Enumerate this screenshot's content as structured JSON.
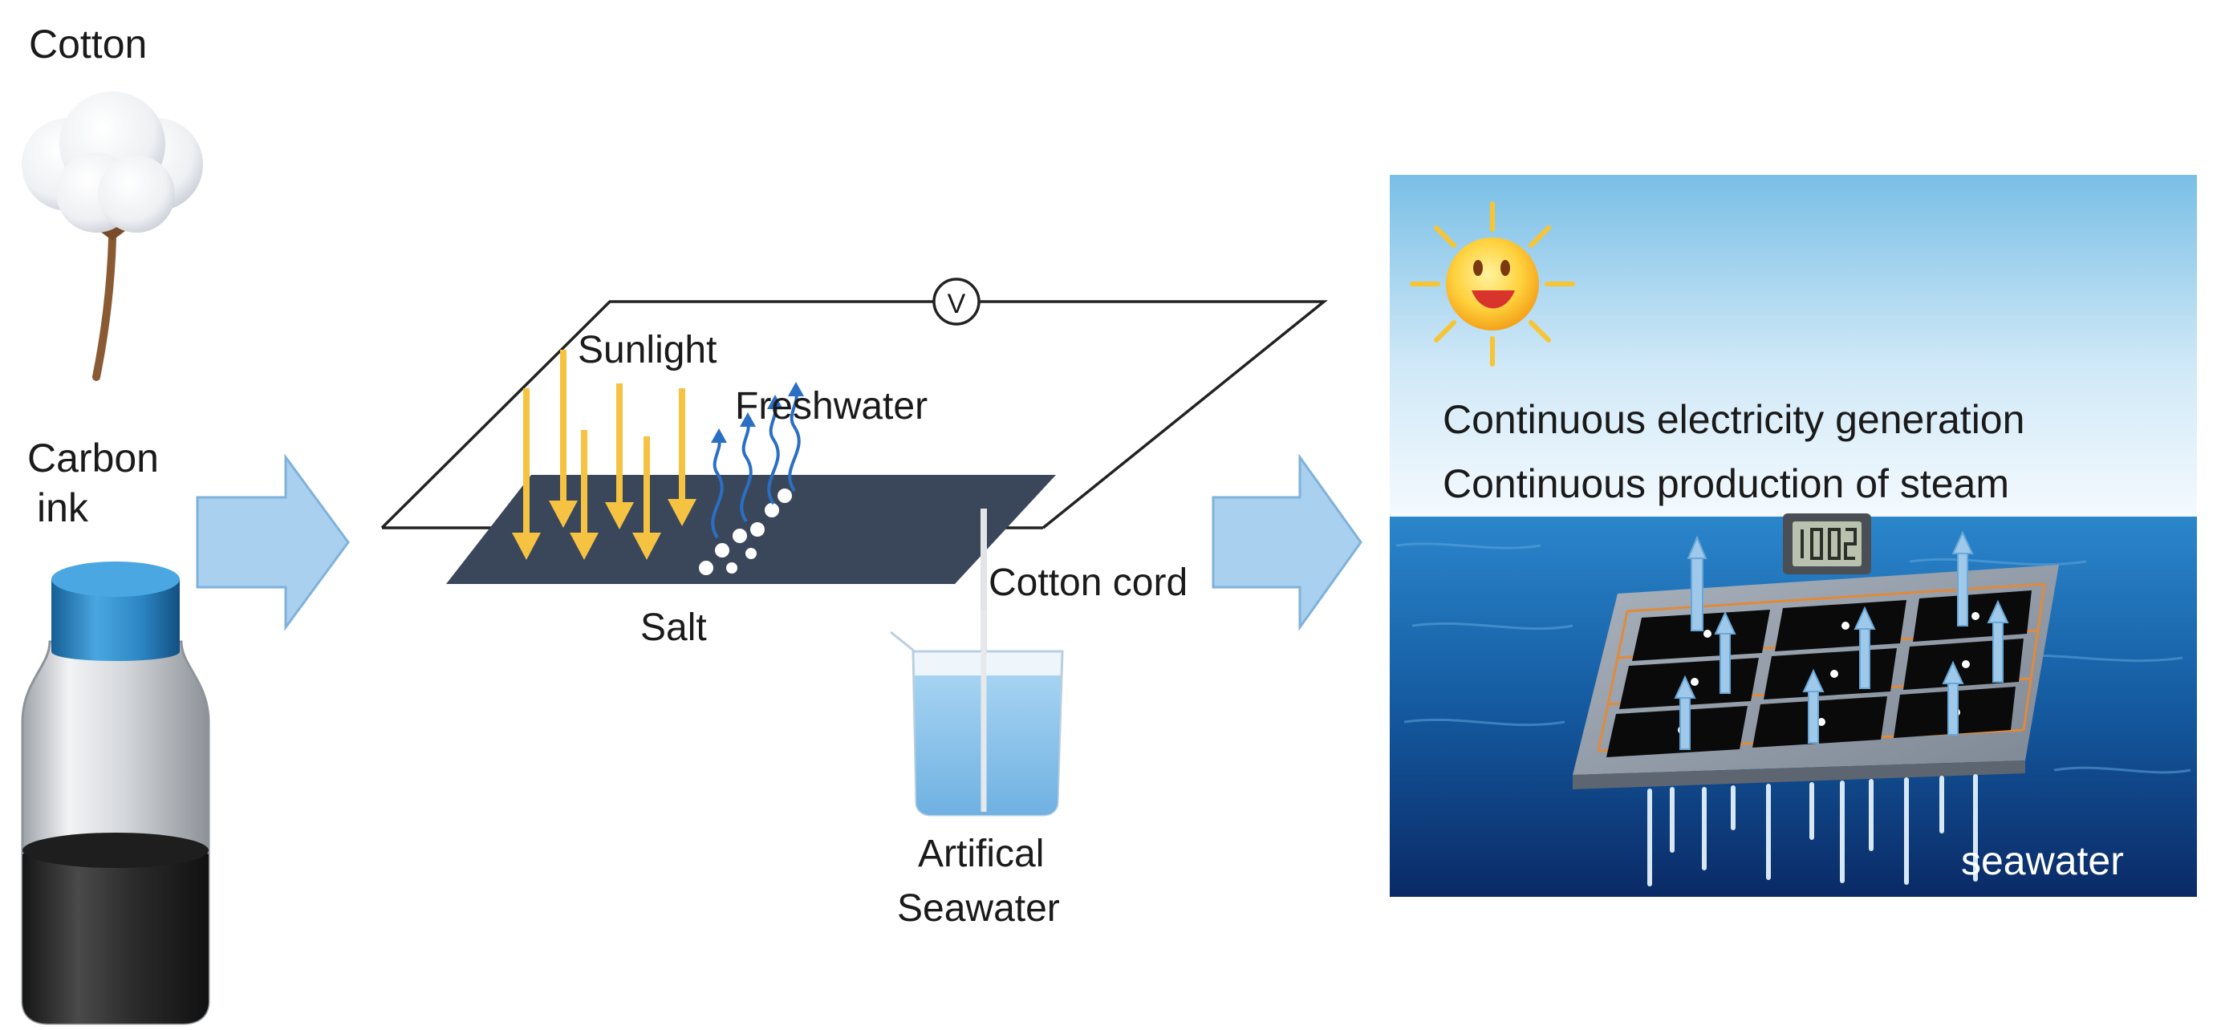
{
  "labels": {
    "cotton": "Cotton",
    "carbon_ink_line1": "Carbon",
    "carbon_ink_line2": "ink",
    "sunlight": "Sunlight",
    "freshwater": "Freshwater",
    "salt": "Salt",
    "cotton_cord": "Cotton cord",
    "artificial_seawater_line1": "Artifical",
    "artificial_seawater_line2": "Seawater",
    "voltmeter": "V",
    "continuous_electricity": "Continuous electricity generation",
    "continuous_steam": "Continuous production of steam",
    "seawater": "seawater"
  },
  "colors": {
    "flow_arrow": "#a9d0ee",
    "flow_arrow_edge": "#7fb2db",
    "panel": "#3a475a",
    "sun_ray": "#f5c242",
    "vapor": "#2a6fc4",
    "sky_top": "#79bfe6",
    "sky_bottom": "#f4fafe",
    "sea_top": "#1d6fb8",
    "sea_bottom": "#0a2a66",
    "beaker_water": "#8cc4ec",
    "ink_cap": "#2c86c4",
    "ink": "#2b2b2b"
  },
  "icons": [
    "cotton-boll-icon",
    "ink-bottle-icon",
    "voltmeter-icon",
    "beaker-icon",
    "sun-icon",
    "digital-display-icon"
  ]
}
